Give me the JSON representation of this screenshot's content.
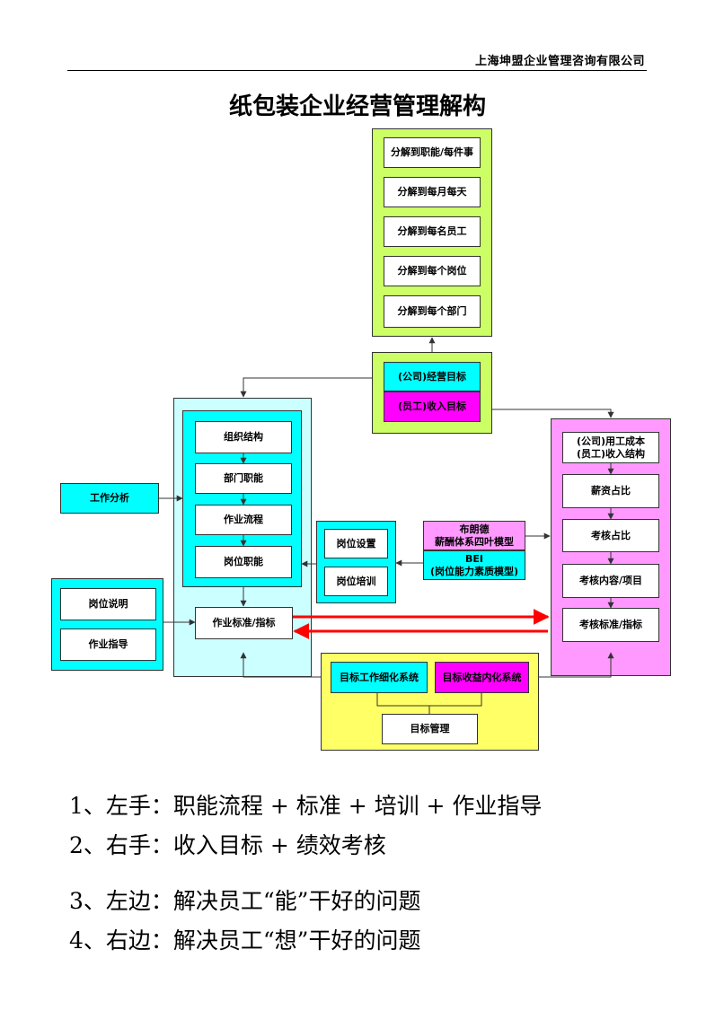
{
  "header": {
    "company": "上海坤盟企业管理咨询有限公司"
  },
  "title": "纸包装企业经营管理解构",
  "colors": {
    "top_group": "#ccff66",
    "left_group": "#ccffff",
    "right_group": "#ff99ff",
    "bottom_group": "#ffff66",
    "cyan": "#00ffff",
    "magenta": "#ff00ff",
    "red_arrow": "#ff0000"
  },
  "diagram": {
    "top_stack": [
      "分解到职能/每件事",
      "分解到每月每天",
      "分解到每名员工",
      "分解到每个岗位",
      "分解到每个部门"
    ],
    "center_targets": {
      "company": "(公司)经营目标",
      "employee": "(员工)收入目标"
    },
    "left_stack": [
      "组织结构",
      "部门职能",
      "作业流程",
      "岗位职能"
    ],
    "left_standard": "作业标准/指标",
    "job_analysis": "工作分析",
    "job_docs": [
      "岗位说明",
      "作业指导"
    ],
    "post_boxes": [
      "岗位设置",
      "岗位培训"
    ],
    "models": {
      "brown": "布朗德\n薪酬体系四叶模型",
      "bei": "BEI\n(岗位能力素质模型)"
    },
    "right_stack": [
      "(公司)用工成本\n(员工)收入结构",
      "薪资占比",
      "考核占比",
      "考核内容/项目",
      "考核标准/指标"
    ],
    "bottom": {
      "work_system": "目标工作细化系统",
      "income_system": "目标收益内化系统",
      "management": "目标管理"
    }
  },
  "notes": [
    "1、左手：职能流程 + 标准 + 培训 + 作业指导",
    "2、右手：收入目标 + 绩效考核",
    "3、左边：解决员工“能”干好的问题",
    "4、右边：解决员工“想”干好的问题"
  ]
}
